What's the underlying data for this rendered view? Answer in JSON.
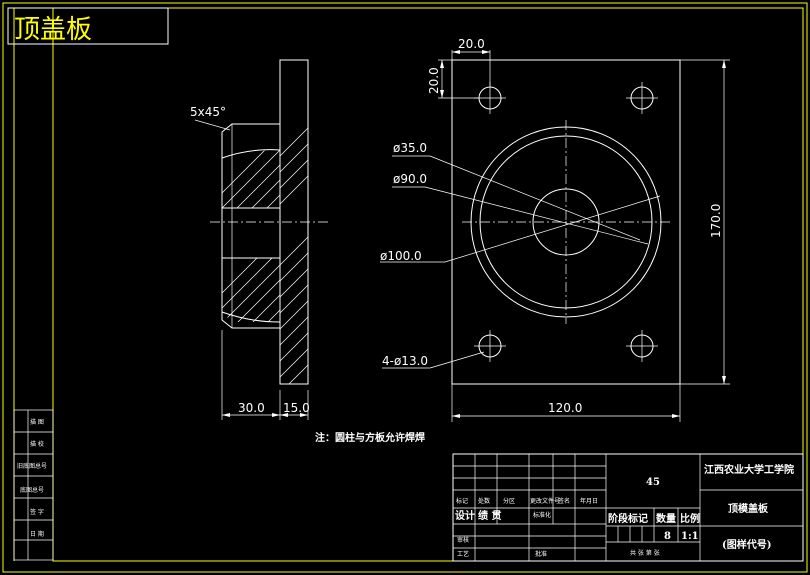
{
  "drawing_title": "顶盖板",
  "dimensions": {
    "chamfer": "5x45°",
    "side_width_left": "30.0",
    "side_width_right": "15.0",
    "hole_offset_x": "20.0",
    "hole_offset_y": "20.0",
    "dia_35": "ø35.0",
    "dia_90": "ø90.0",
    "dia_100": "ø100.0",
    "holes": "4-ø13.0",
    "height": "170.0",
    "width": "120.0"
  },
  "note": "注：圆柱与方板允许焊焊",
  "side_labels": [
    "描 图",
    "描 校",
    "旧底图总号",
    "底图总号",
    "签 字",
    "日 期"
  ],
  "title_block": {
    "material": "45",
    "school": "江西农业大学工学院",
    "part_name": "顶模盖板",
    "drawing_code": "(图样代号)",
    "header_cells": [
      "标记",
      "处数",
      "分区",
      "更改文件号",
      "签名",
      "年月日"
    ],
    "design_label": "设计",
    "standardization": "标准化",
    "sign_mark": "标准化",
    "review": "审核",
    "process": "工艺",
    "approve": "批准",
    "stage_mark": "阶段标记",
    "quantity": "数量",
    "ratio": "比例",
    "quantity_value": "8",
    "ratio_value": "1:1",
    "sheets": "共 张 第 张",
    "design_value": "绩 贯"
  }
}
